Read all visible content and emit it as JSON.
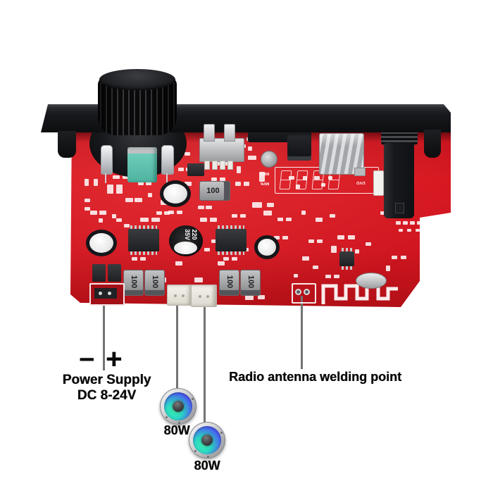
{
  "annotations": {
    "power": {
      "minus": "−",
      "plus": "+",
      "title": "Power Supply",
      "subtitle": "DC 8-24V"
    },
    "antenna": {
      "label": "Radio antenna welding point"
    },
    "speakers": [
      {
        "label": "80W"
      },
      {
        "label": "80W"
      }
    ]
  },
  "board": {
    "silkscreen": {
      "capacitor_value": "220",
      "capacitor_voltage": "35V",
      "inductor_label": "100",
      "display_digits": "8888",
      "dvd_logo": "DVD",
      "mp3_label": "MP3",
      "mp6_label": "MP6"
    }
  },
  "colors": {
    "pcb_red": "#d01520",
    "panel_black": "#17181b",
    "ir_receiver_teal": "#5cc3b1",
    "speaker_cone_blue": "#4a5cf0",
    "speaker_cone_teal": "#2fe3b8",
    "annotation_text": "#0c0c0c",
    "leader_line": "#787878"
  }
}
